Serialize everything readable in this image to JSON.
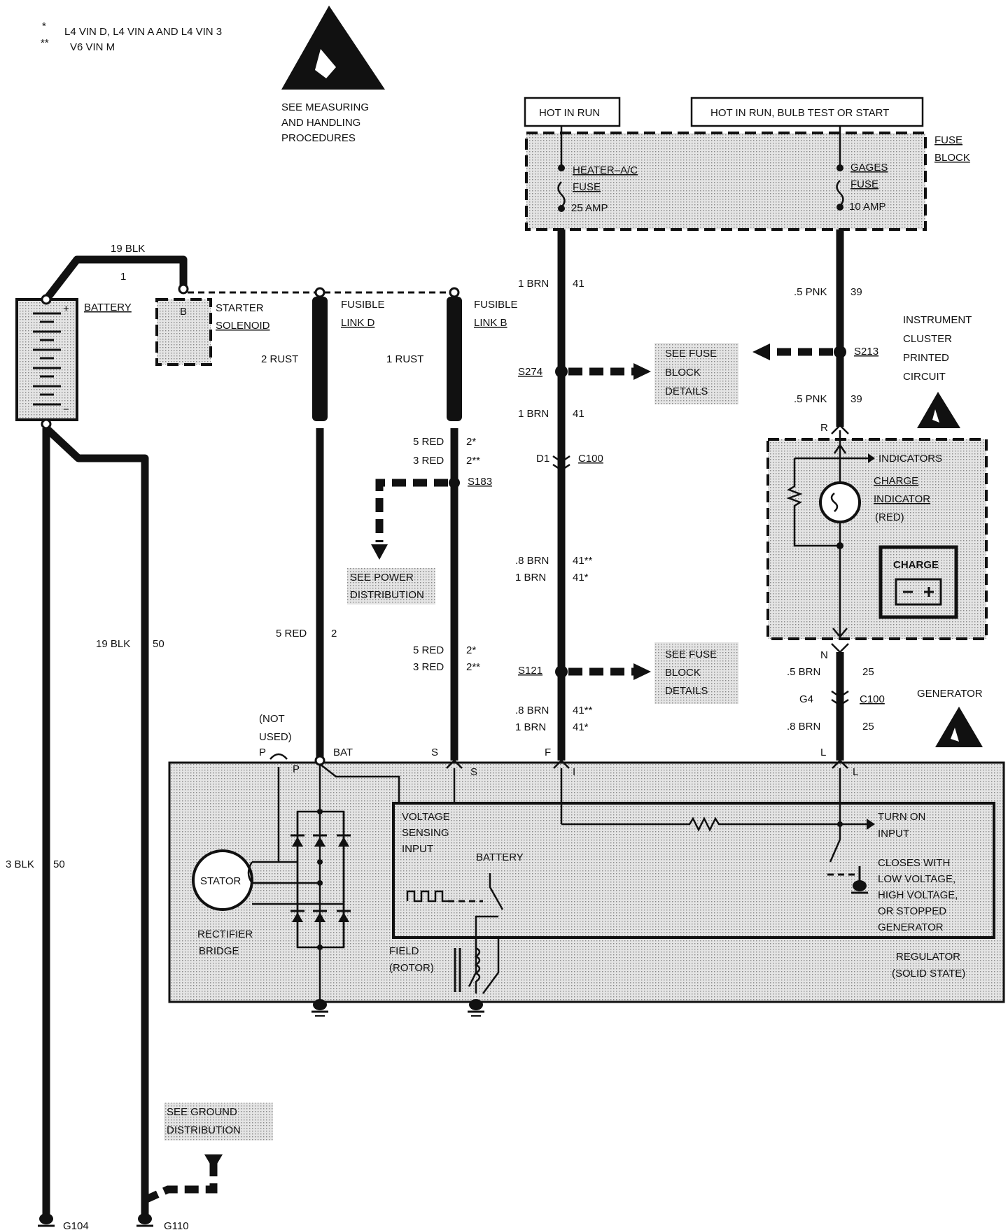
{
  "notes": {
    "star1": "*",
    "star1_text": "L4 VIN D, L4 VIN A AND L4 VIN 3",
    "star2": "**",
    "star2_text": "V6 VIN M"
  },
  "esd_note": {
    "line1": "SEE MEASURING",
    "line2": "AND HANDLING",
    "line3": "PROCEDURES"
  },
  "power_sources": {
    "hot_in_run": "HOT IN RUN",
    "hot_in_run_bulb": "HOT IN RUN, BULB TEST OR START"
  },
  "fuse_block": {
    "label1": "FUSE",
    "label2": "BLOCK",
    "heater_fuse_1": "HEATER–A/C",
    "heater_fuse_2": "FUSE",
    "heater_fuse_amp": "25 AMP",
    "gages_fuse_1": "GAGES",
    "gages_fuse_2": "FUSE",
    "gages_fuse_amp": "10 AMP"
  },
  "battery": {
    "label": "BATTERY",
    "cable_gauge": "19 BLK",
    "cable_circuit": "1",
    "plus": "+",
    "minus": "−"
  },
  "starter": {
    "terminal": "B",
    "label1": "STARTER",
    "label2": "SOLENOID"
  },
  "fusible_links": {
    "d1": "FUSIBLE",
    "d2": "LINK D",
    "d_wire": "2 RUST",
    "b1": "FUSIBLE",
    "b2": "LINK B",
    "b_wire": "1 RUST"
  },
  "wires": {
    "w1brn": "1 BRN",
    "c41": "41",
    "w5pnk": ".5 PNK",
    "c39": "39",
    "w5red": "5 RED",
    "c2s": "2*",
    "w3red": "3 RED",
    "c2ss": "2**",
    "w8brn": ".8 BRN",
    "c41ss": "41**",
    "c41s": "41*",
    "w5red_main": "5 RED",
    "c2": "2",
    "w19blk": "19 BLK",
    "c50": "50",
    "w3blk": "3 BLK",
    "w5brn": ".5 BRN",
    "c25": "25",
    "w8brn_l": ".8 BRN"
  },
  "splices": {
    "s274": "S274",
    "s213": "S213",
    "s183": "S183",
    "s121": "S121"
  },
  "connectors": {
    "d1": "D1",
    "c100": "C100",
    "g4": "G4"
  },
  "refs": {
    "fuse_details_1": "SEE FUSE",
    "fuse_details_2": "BLOCK",
    "fuse_details_3": "DETAILS",
    "power_dist_1": "SEE POWER",
    "power_dist_2": "DISTRIBUTION",
    "ground_dist_1": "SEE GROUND",
    "ground_dist_2": "DISTRIBUTION"
  },
  "cluster": {
    "l1": "INSTRUMENT",
    "l2": "CLUSTER",
    "l3": "PRINTED",
    "l4": "CIRCUIT",
    "pin_r": "R",
    "pin_n": "N",
    "indicators": "INDICATORS",
    "charge_ind_1": "CHARGE",
    "charge_ind_2": "INDICATOR",
    "charge_ind_3": "(RED)",
    "charge_lamp": "CHARGE"
  },
  "generator": {
    "label": "GENERATOR",
    "not_used_1": "(NOT",
    "not_used_2": "USED)",
    "term_p": "P",
    "term_bat": "BAT",
    "term_s": "S",
    "term_f": "F",
    "term_l": "L",
    "in_p": "P",
    "in_s": "S",
    "in_i": "I",
    "in_l": "L",
    "stator": "STATOR",
    "rectifier_1": "RECTIFIER",
    "rectifier_2": "BRIDGE",
    "vsense_1": "VOLTAGE",
    "vsense_2": "SENSING",
    "vsense_3": "INPUT",
    "battery": "BATTERY",
    "turn_on_1": "TURN ON",
    "turn_on_2": "INPUT",
    "closes_1": "CLOSES WITH",
    "closes_2": "LOW VOLTAGE,",
    "closes_3": "HIGH VOLTAGE,",
    "closes_4": "OR STOPPED",
    "closes_5": "GENERATOR",
    "field_1": "FIELD",
    "field_2": "(ROTOR)",
    "regulator_1": "REGULATOR",
    "regulator_2": "(SOLID STATE)"
  },
  "grounds": {
    "g104": "G104",
    "g110": "G110"
  }
}
